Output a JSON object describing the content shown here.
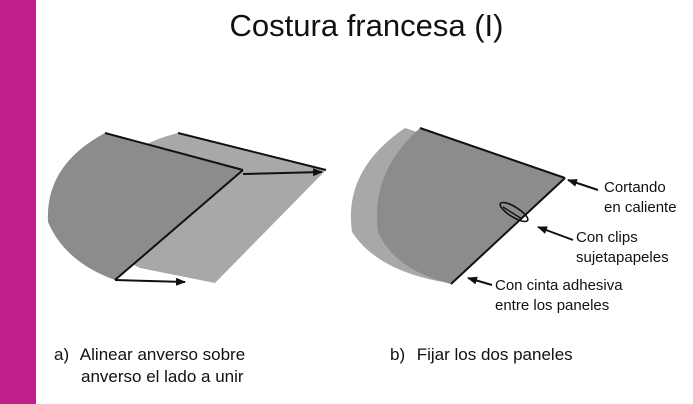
{
  "accent_color": "#c0208c",
  "title": "Costura francesa (I)",
  "figure_a": {
    "label": "a)",
    "caption_lines": [
      "Alinear anverso sobre",
      "anverso el lado a unir"
    ]
  },
  "figure_b": {
    "label": "b)",
    "caption": "Fijar los dos paneles",
    "annotations": {
      "cut": [
        "Cortando",
        "en caliente"
      ],
      "clips": [
        "Con clips",
        "sujetapapeles"
      ],
      "tape": [
        "Con cinta adhesiva",
        "entre los paneles"
      ]
    }
  },
  "colors": {
    "panel_front": "#8c8c8c",
    "panel_back": "#a8a8a8",
    "edge": "#111111"
  }
}
